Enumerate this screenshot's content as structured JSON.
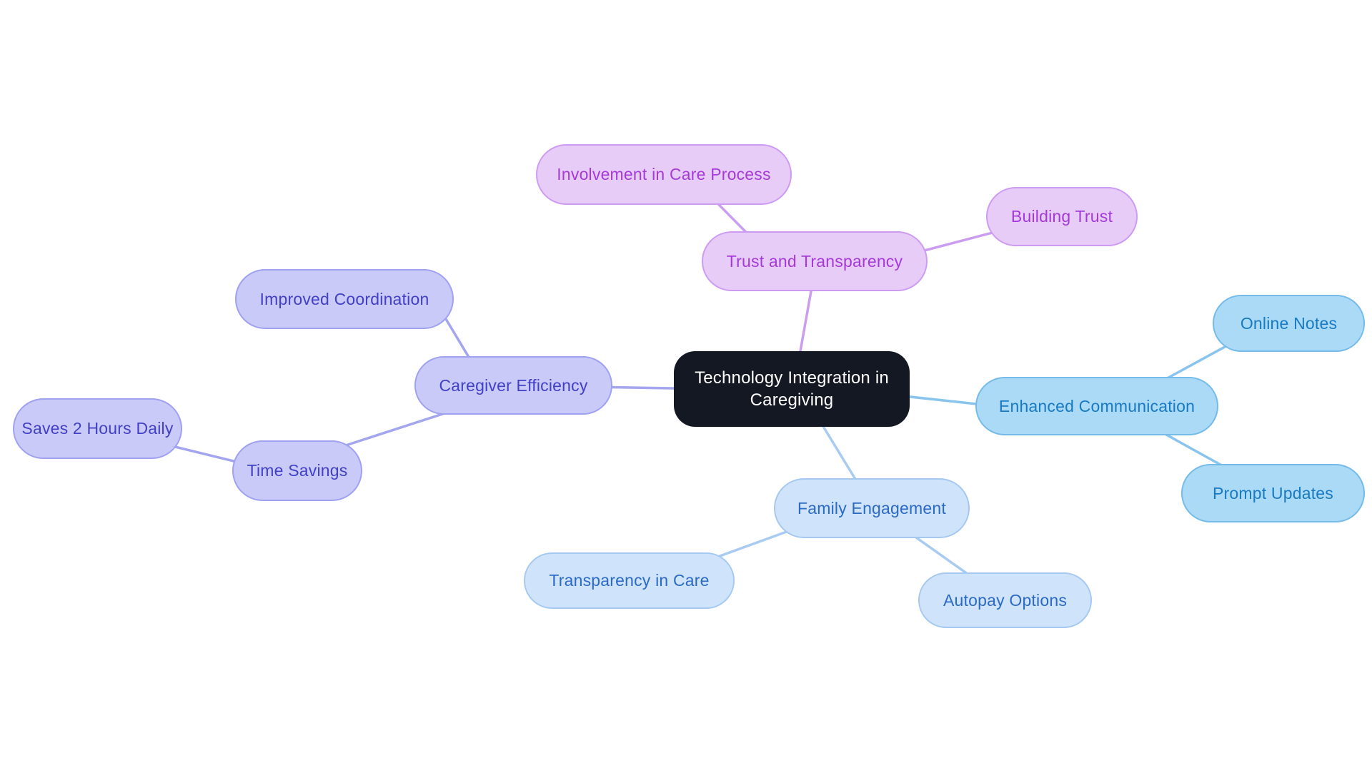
{
  "diagram": {
    "type": "mindmap",
    "background": "#ffffff",
    "hierarchy": {
      "label": "Technology Integration in Caregiving",
      "children": [
        {
          "label": "Trust and Transparency",
          "family": "purple",
          "children": [
            {
              "label": "Involvement in Care Process"
            },
            {
              "label": "Building Trust"
            }
          ]
        },
        {
          "label": "Caregiver Efficiency",
          "family": "periwinkle",
          "children": [
            {
              "label": "Improved Coordination"
            },
            {
              "label": "Time Savings",
              "children": [
                {
                  "label": "Saves 2 Hours Daily"
                }
              ]
            }
          ]
        },
        {
          "label": "Enhanced Communication",
          "family": "blue",
          "children": [
            {
              "label": "Online Notes"
            },
            {
              "label": "Prompt Updates"
            }
          ]
        },
        {
          "label": "Family Engagement",
          "family": "lightblue",
          "children": [
            {
              "label": "Transparency in Care"
            },
            {
              "label": "Autopay Options"
            }
          ]
        }
      ]
    }
  },
  "nodes": {
    "central": {
      "label": "Technology Integration in Caregiving"
    },
    "trust": {
      "label": "Trust and Transparency"
    },
    "involvement": {
      "label": "Involvement in Care Process"
    },
    "building": {
      "label": "Building Trust"
    },
    "caregiver": {
      "label": "Caregiver Efficiency"
    },
    "improved": {
      "label": "Improved Coordination"
    },
    "timesavings": {
      "label": "Time Savings"
    },
    "saves2h": {
      "label": "Saves 2 Hours Daily"
    },
    "enhanced": {
      "label": "Enhanced Communication"
    },
    "onlinenotes": {
      "label": "Online Notes"
    },
    "promptupd": {
      "label": "Prompt Updates"
    },
    "family": {
      "label": "Family Engagement"
    },
    "transparency": {
      "label": "Transparency in Care"
    },
    "autopay": {
      "label": "Autopay Options"
    }
  },
  "palette": {
    "central_fill": "#141822",
    "central_text": "#ffffff",
    "purple": {
      "fill": "#e8ccf8",
      "border": "#cd9cf2",
      "text": "#a43ad8",
      "line": "#cb9df1"
    },
    "periwinkle": {
      "fill": "#c9caf7",
      "border": "#9fa1f1",
      "text": "#4140c6",
      "line": "#a3a5ef"
    },
    "blue": {
      "fill": "#abdaf7",
      "border": "#74bbe9",
      "text": "#187ac2",
      "line": "#88c4ee"
    },
    "lightblue": {
      "fill": "#cfe3fa",
      "border": "#a5c9f1",
      "text": "#2b6ac5",
      "line": "#a9cbf1"
    }
  }
}
